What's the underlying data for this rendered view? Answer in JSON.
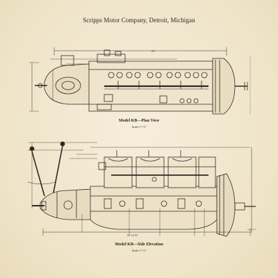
{
  "header": {
    "title": "Scripps Motor Company, Detroit, Michigan"
  },
  "plan_view": {
    "caption": "Model KB—Plan View",
    "scale": "Scale 1\"=1'",
    "overall_dimension": "63\""
  },
  "side_elevation": {
    "caption": "Model KB—Side Elevation",
    "scale": "Scale 1\"=1'",
    "overall_dimension": "67-13/16\""
  },
  "colors": {
    "paper": "#f3ead5",
    "ink": "#2a2420"
  }
}
